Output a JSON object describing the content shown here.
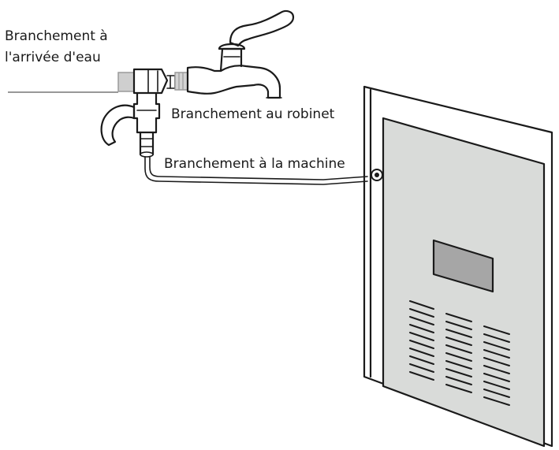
{
  "labels": {
    "water_inlet_line1": "Branchement à",
    "water_inlet_line2": "l'arrivée d'eau",
    "faucet": "Branchement au robinet",
    "machine": "Branchement à la machine"
  },
  "colors": {
    "ink": "#1a1a1a",
    "machine_panel": "#d9dbd9",
    "display_window": "#a6a6a6",
    "fitting_fill": "#ffffff",
    "fitting_shade": "#c8c8c8"
  }
}
